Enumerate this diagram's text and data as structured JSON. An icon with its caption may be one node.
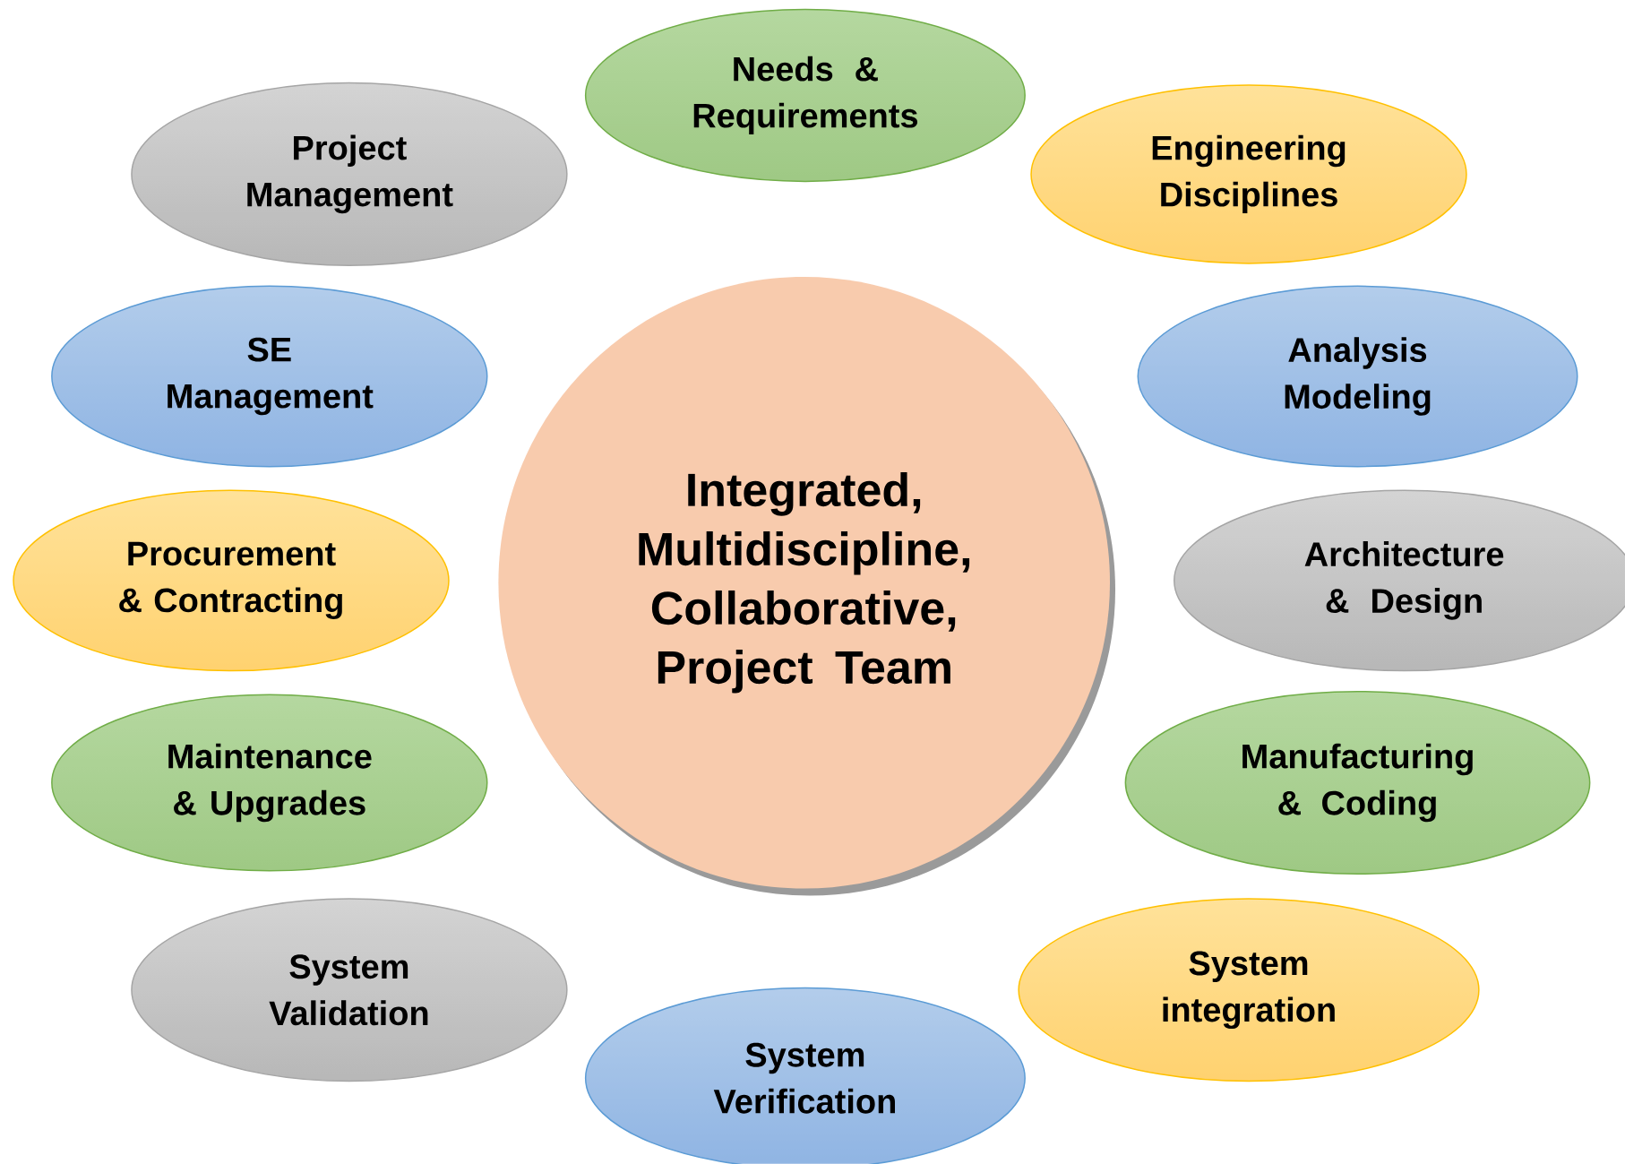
{
  "diagram": {
    "nodes": [
      {
        "text": [
          "Needs & Requirements"
        ]
      },
      {
        "text": [
          "Project Management"
        ]
      },
      {
        "text": [
          "Engineering Disciplines"
        ]
      },
      {
        "text": [
          "SE Management"
        ]
      },
      {
        "text": [
          "Analysis Modeling"
        ]
      },
      {
        "text": [
          "Procurement & Contracting"
        ]
      },
      {
        "text": [
          "Integrated, Multidiscipline, Collaborative, Project Team"
        ]
      },
      {
        "text": [
          "Architecture & Design"
        ]
      },
      {
        "text": [
          "Maintenance & Upgrades"
        ]
      },
      {
        "text": [
          "Manufacturing & Coding"
        ]
      },
      {
        "text": [
          "System Validation"
        ]
      },
      {
        "text": [
          "System integration"
        ]
      },
      {
        "text": [
          "System Verification"
        ]
      }
    ]
  }
}
